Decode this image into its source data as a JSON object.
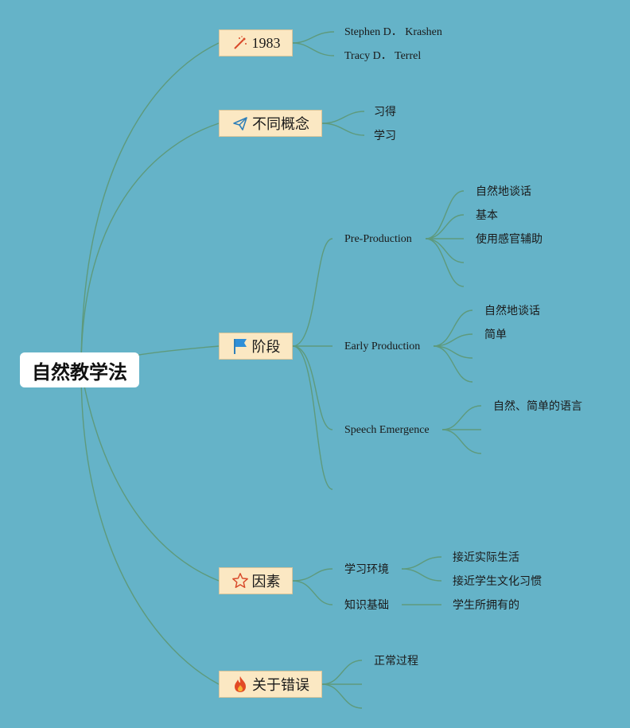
{
  "root": {
    "label": "自然教学法"
  },
  "branches": {
    "year": {
      "label": "1983",
      "icon": "magic-wand-icon",
      "children": [
        "Stephen D．  Krashen",
        "Tracy D．  Terrel"
      ]
    },
    "concepts": {
      "label": "不同概念",
      "icon": "paper-plane-icon",
      "children": [
        "习得",
        "学习"
      ]
    },
    "stages": {
      "label": "阶段",
      "icon": "flag-icon",
      "children": [
        {
          "label": "Pre-Production",
          "children": [
            "自然地谈话",
            "基本",
            "使用感官辅助"
          ]
        },
        {
          "label": "Early Production",
          "children": [
            "自然地谈话",
            "简单"
          ]
        },
        {
          "label": "Speech Emergence",
          "children": [
            "自然、简单的语言"
          ]
        }
      ]
    },
    "factors": {
      "label": "因素",
      "icon": "star-icon",
      "children": [
        {
          "label": "学习环境",
          "children": [
            "接近实际生活",
            "接近学生文化习惯"
          ]
        },
        {
          "label": "知识基础",
          "children": [
            "学生所拥有的"
          ]
        }
      ]
    },
    "errors": {
      "label": "关于错误",
      "icon": "fire-icon",
      "children": [
        "正常过程"
      ]
    }
  },
  "colors": {
    "background": "#65b3c8",
    "link": "#5e9a7c",
    "branch_fill": "#fbe8c3",
    "root_fill": "#ffffff"
  }
}
